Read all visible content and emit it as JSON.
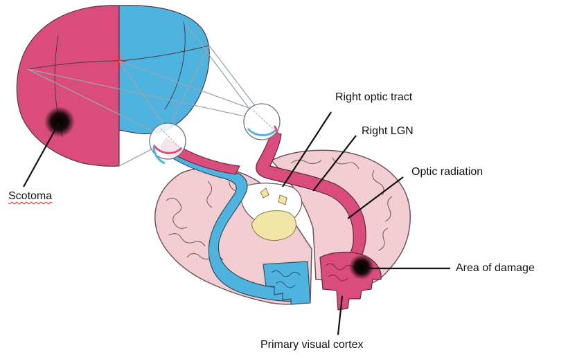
{
  "labels": {
    "right_optic_tract": "Right optic tract",
    "right_lgn": "Right LGN",
    "optic_radiation": "Optic radiation",
    "scotoma": "Scotoma",
    "area_of_damage": "Area of damage",
    "primary_visual_cortex": "Primary visual cortex"
  },
  "colors": {
    "left_field": "#d94c7c",
    "right_field": "#4fb3e0",
    "brain_tissue": "#f2cdd2",
    "brain_outline": "#6a5560",
    "thalamus": "#f1e6a6",
    "lesion": "#1a0a0a",
    "fixation": "#e0202a"
  },
  "icons": {
    "left_eye": "eye-globe-icon",
    "right_eye": "eye-globe-icon",
    "fixation": "plus-icon"
  }
}
